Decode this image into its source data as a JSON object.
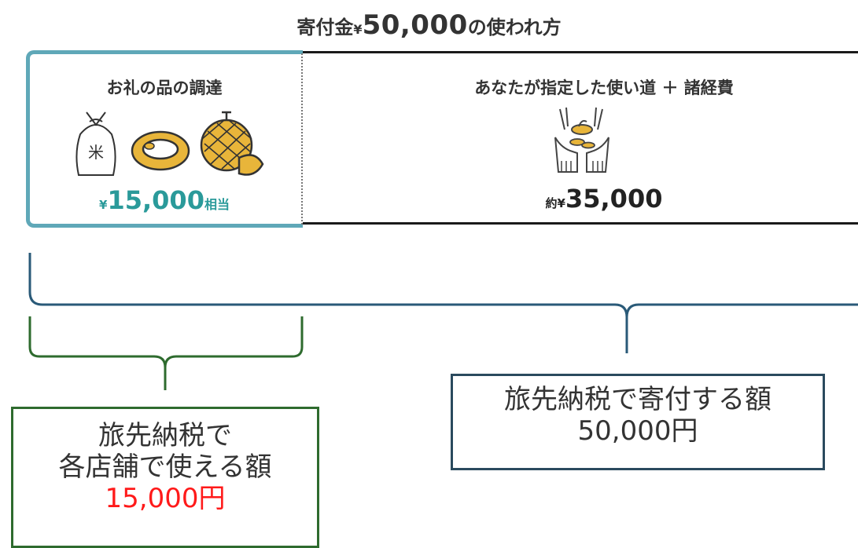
{
  "title": {
    "prefix": "寄付金",
    "yen": "¥",
    "amount": "50,000",
    "suffix": "の使われ方"
  },
  "left_panel": {
    "title": "お礼の品の調達",
    "yen": "¥",
    "amount": "15,000",
    "suffix": "相当",
    "icons": [
      "rice-bag-icon",
      "meat-icon",
      "melon-icon"
    ],
    "rice_mark": "米"
  },
  "right_panel": {
    "title": "あなたが指定した使い道 ＋ 諸経費",
    "approx": "約",
    "yen": "¥",
    "amount": "35,000",
    "icon": "hands-icon"
  },
  "callout_left": {
    "line1": "旅先納税で",
    "line2": "各店舗で使える額",
    "line3": "15,000円"
  },
  "callout_right": {
    "line1": "旅先納税で寄付する額",
    "line2": "50,000円"
  },
  "colors": {
    "accent_teal": "#5fa8b8",
    "amount_teal": "#2a9a9a",
    "bracket_blue": "#2a5a78",
    "bracket_green": "#2e6b2e",
    "highlight_red": "#ff1a1a",
    "icon_gold": "#e8b53a"
  }
}
